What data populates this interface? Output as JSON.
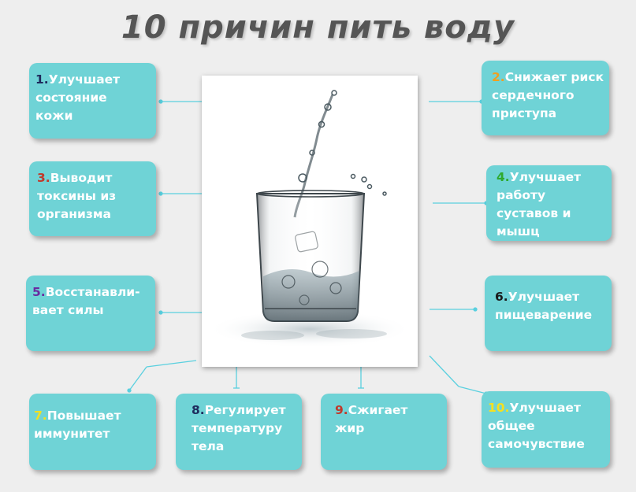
{
  "title": "10 причин пить воду",
  "colors": {
    "card_bg": "#6fd3d6",
    "card_text": "#ffffff",
    "title": "#555555",
    "connector": "#5ad0df"
  },
  "image": {
    "icon": "glass-of-water-splash"
  },
  "reasons": [
    {
      "num": "1.",
      "num_color": "#1e2a5c",
      "text": "Улучшает\nсостояние\nкожи"
    },
    {
      "num": "2.",
      "num_color": "#f0a020",
      "text": "Снижает риск\nсердечного\nприступа"
    },
    {
      "num": "3.",
      "num_color": "#c0392b",
      "text": "Выводит\nтоксины из\nорганизма"
    },
    {
      "num": "4.",
      "num_color": "#2eaa2e",
      "text": "Улучшает\nработу\nсуставов и\nмышц"
    },
    {
      "num": "5.",
      "num_color": "#6a2aa0",
      "text": "Восстанавли-\nвает силы"
    },
    {
      "num": "6.",
      "num_color": "#1a1a1a",
      "text": "Улучшает\nпищеварение"
    },
    {
      "num": "7.",
      "num_color": "#f2e020",
      "text": "Повышает\nиммунитет"
    },
    {
      "num": "8.",
      "num_color": "#1e2a5c",
      "text": "Регулирует\nтемпературу\nтела"
    },
    {
      "num": "9.",
      "num_color": "#c0392b",
      "text": "Сжигает\nжир"
    },
    {
      "num": "10.",
      "num_color": "#f5e020",
      "text": "Улучшает\nобщее\nсамочувствие"
    }
  ]
}
